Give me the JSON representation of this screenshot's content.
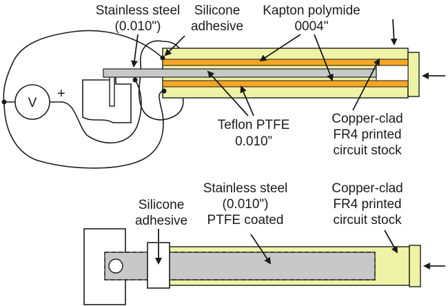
{
  "colors": {
    "fr4_board": "#eef3a6",
    "copper_kapton": "#f5a623",
    "stainless_steel": "#c8c8c8",
    "lines": "#1a1a1a"
  },
  "top_diagram": {
    "labels": {
      "stainless_steel_l1": "Stainless steel",
      "stainless_steel_l2": "(0.010\")",
      "silicone_l1": "Silicone",
      "silicone_l2": "adhesive",
      "kapton_l1": "Kapton polymide",
      "kapton_l2": "0004\"",
      "teflon_l1": "Teflon PTFE",
      "teflon_l2": "0.010”",
      "copper_l1": "Copper-clad",
      "copper_l2": "FR4 printed",
      "copper_l3": "circuit stock",
      "voltmeter": "V",
      "polarity": "+"
    }
  },
  "bottom_diagram": {
    "labels": {
      "silicone_l1": "Silicone",
      "silicone_l2": "adhesive",
      "stainless_l1": "Stainless steel",
      "stainless_l2": "(0.010\")",
      "stainless_l3": "PTFE coated",
      "copper_l1": "Copper-clad",
      "copper_l2": "FR4 printed",
      "copper_l3": "circuit stock"
    }
  }
}
